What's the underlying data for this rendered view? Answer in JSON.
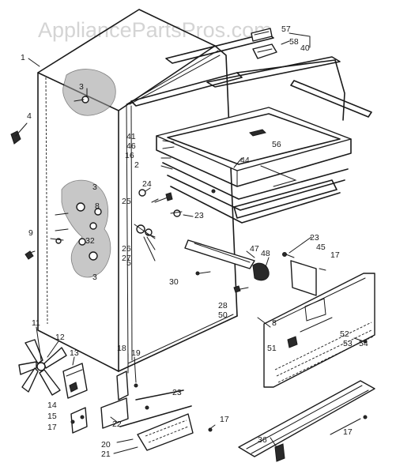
{
  "watermark": "AppliancePartsPros.com",
  "callouts": {
    "c1": "1",
    "c2": "2",
    "c3a": "3",
    "c3b": "3",
    "c3c": "3",
    "c4": "4",
    "c5": "5",
    "c8": "8",
    "c8b": "8",
    "c9": "9",
    "c11": "11",
    "c12": "12",
    "c13": "13",
    "c14": "14",
    "c15": "15",
    "c16": "16",
    "c17a": "17",
    "c17b": "17",
    "c17c": "17",
    "c17d": "17",
    "c18": "18",
    "c19": "19",
    "c20": "20",
    "c21": "21",
    "c22": "22",
    "c23a": "23",
    "c23b": "23",
    "c23c": "23",
    "c24": "24",
    "c25": "25",
    "c26": "26",
    "c27": "27",
    "c28": "28",
    "c30": "30",
    "c32": "32",
    "c36": "36",
    "c40": "40",
    "c41": "41",
    "c44": "44",
    "c45": "45",
    "c46": "46",
    "c47": "47",
    "c48": "48",
    "c50": "50",
    "c51": "51",
    "c52": "52",
    "c53": "53",
    "c54": "54",
    "c56": "56",
    "c57": "57",
    "c58": "58"
  }
}
